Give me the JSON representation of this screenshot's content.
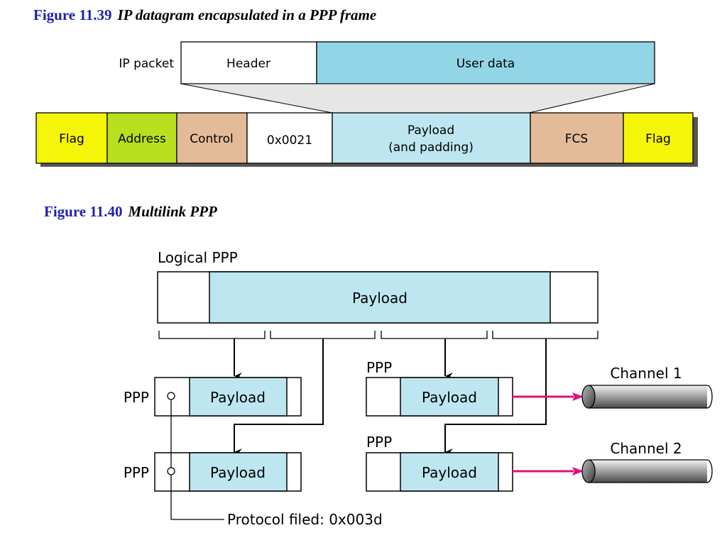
{
  "figure_1139": {
    "number": "Figure 11.39",
    "caption": "IP datagram encapsulated in a PPP frame",
    "ip_packet_label": "IP packet",
    "header_label": "Header",
    "user_data_label": "User data",
    "frame_fields": {
      "flag_start": "Flag",
      "address": "Address",
      "control": "Control",
      "protocol": "0x0021",
      "payload_line1": "Payload",
      "payload_line2": "(and padding)",
      "fcs": "FCS",
      "flag_end": "Flag"
    }
  },
  "figure_1140": {
    "number": "Figure 11.40",
    "caption": "Multilink PPP",
    "logical_ppp_label": "Logical PPP",
    "logical_payload_label": "Payload",
    "frames": [
      {
        "ppp_label": "PPP",
        "payload_label": "Payload"
      },
      {
        "ppp_label": "PPP",
        "payload_label": "Payload"
      },
      {
        "ppp_label": "PPP",
        "payload_label": "Payload"
      },
      {
        "ppp_label": "PPP",
        "payload_label": "Payload"
      }
    ],
    "channels": [
      "Channel 1",
      "Channel 2"
    ],
    "protocol_note": "Protocol filed: 0x003d"
  },
  "colors": {
    "title_blue": "#1f1faf",
    "flag_yellow": "#f5f50a",
    "address_green": "#b8e01e",
    "tan": "#e4bb98",
    "light_blue": "#bde6f0",
    "user_data_blue": "#92d5e6",
    "arrow_magenta": "#e0107a"
  }
}
